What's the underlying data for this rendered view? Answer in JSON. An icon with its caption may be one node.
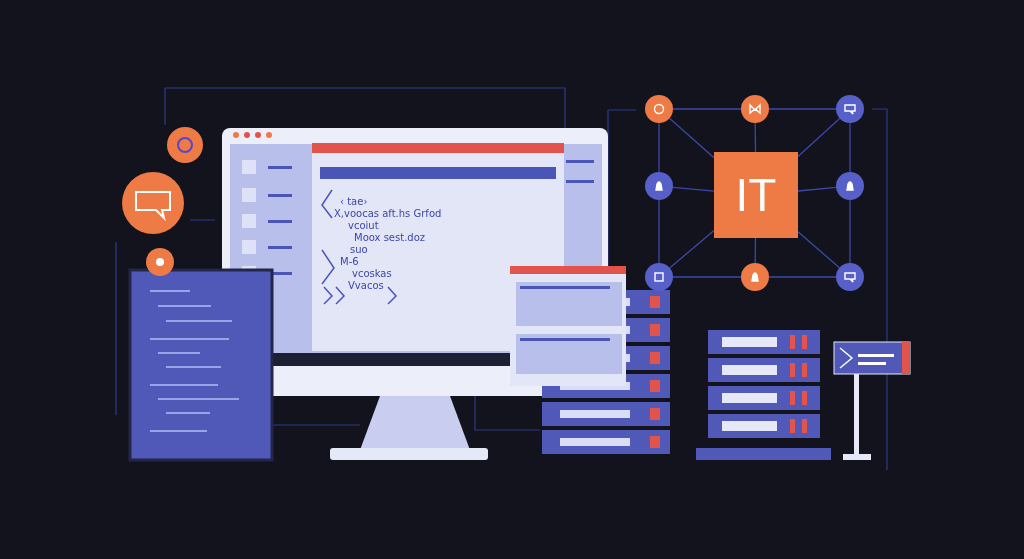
{
  "diagram": {
    "nodes": [
      {
        "text": [
          "IT"
        ]
      },
      {
        "text": [],
        "shape": "circle"
      },
      {
        "text": [],
        "shape": "circle"
      },
      {
        "text": [],
        "shape": "circle"
      },
      {
        "text": [],
        "shape": "circle"
      },
      {
        "text": [],
        "shape": "circle"
      },
      {
        "text": [],
        "shape": "circle"
      },
      {
        "text": [],
        "shape": "circle"
      },
      {
        "text": [],
        "shape": "circle"
      }
    ],
    "edges": [
      {
        "from": 0,
        "to": 1,
        "arrow": "none"
      },
      {
        "from": 0,
        "to": 2,
        "arrow": "none"
      },
      {
        "from": 0,
        "to": 3,
        "arrow": "none"
      },
      {
        "from": 0,
        "to": 4,
        "arrow": "none"
      },
      {
        "from": 0,
        "to": 5,
        "arrow": "none"
      },
      {
        "from": 0,
        "to": 6,
        "arrow": "none"
      },
      {
        "from": 0,
        "to": 7,
        "arrow": "none"
      },
      {
        "from": 0,
        "to": 8,
        "arrow": "none"
      },
      {
        "from": 1,
        "to": 2,
        "arrow": "none"
      },
      {
        "from": 2,
        "to": 3,
        "arrow": "none"
      },
      {
        "from": 3,
        "to": 5,
        "arrow": "none"
      },
      {
        "from": 5,
        "to": 8,
        "arrow": "none"
      },
      {
        "from": 8,
        "to": 7,
        "arrow": "none"
      },
      {
        "from": 7,
        "to": 6,
        "arrow": "none"
      },
      {
        "from": 6,
        "to": 4,
        "arrow": "none"
      },
      {
        "from": 4,
        "to": 1,
        "arrow": "none"
      }
    ],
    "labels": [
      "‹ tae›",
      "X,voocas aft.hs Grfod",
      "vcoiut",
      "Moox sest.doz",
      "suo",
      "M-6",
      "vcoskas",
      "Vvacos"
    ]
  }
}
